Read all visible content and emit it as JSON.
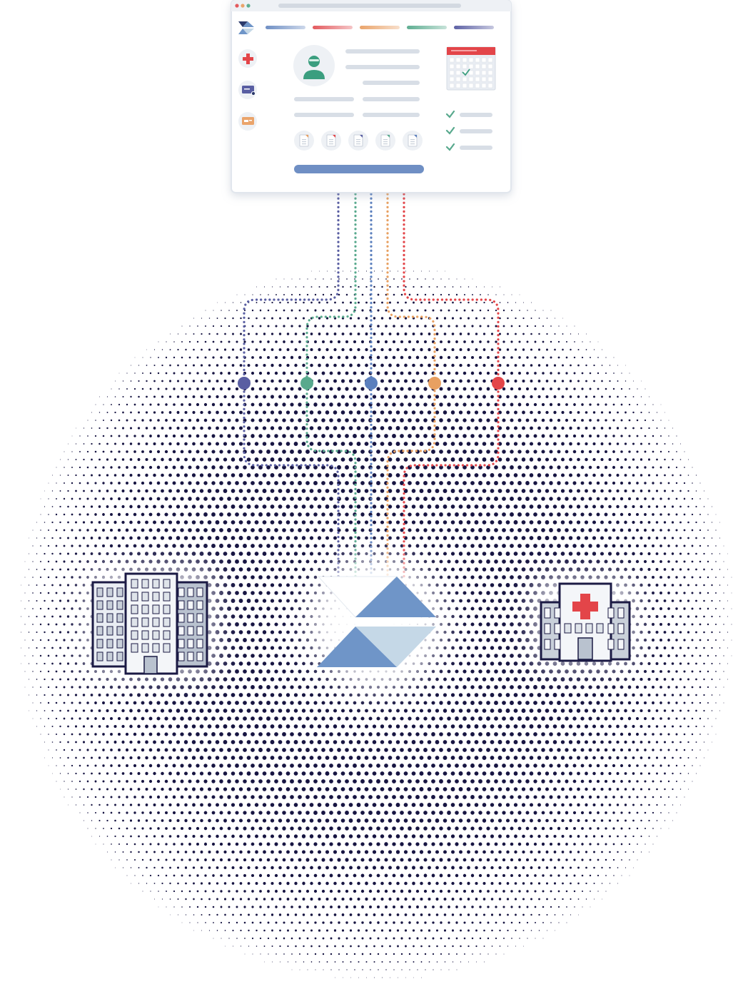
{
  "colors": {
    "navy": "#171542",
    "blue": "#5b7fbd",
    "indigo": "#595ea2",
    "green": "#58a98d",
    "orange": "#e8a061",
    "red": "#e34549",
    "logo_blue": "#6f95c8",
    "logo_light": "#c5d8e7",
    "window_bg": "#ffffff",
    "window_frame": "#e7ecf2",
    "placeholder": "#d8dee6",
    "avatar_green": "#3b9e7f"
  },
  "browser_window": {
    "window_controls": [
      "close-dot",
      "minimize-dot",
      "maximize-dot"
    ],
    "header_tabs": [
      {
        "color": "#6f8fc4"
      },
      {
        "color": "#e35a5e"
      },
      {
        "color": "#eaa46b"
      },
      {
        "color": "#5fae92"
      },
      {
        "color": "#5e62a5"
      }
    ],
    "sidebar_icons": [
      "medical-cross-icon",
      "id-card-icon",
      "credit-card-icon"
    ],
    "document_icons_count": 5,
    "checklist_count": 3,
    "widget_icons": [
      "calendar-icon",
      "user-avatar-icon",
      "logo-icon"
    ]
  },
  "connectors": {
    "line_colors": [
      "#595ea2",
      "#58a98d",
      "#5b7fbd",
      "#e8a061",
      "#e34549"
    ],
    "node_colors": [
      "#595ea2",
      "#58a98d",
      "#5b7fbd",
      "#e8a061",
      "#e34549"
    ]
  },
  "entities": {
    "left": {
      "icon": "office-buildings-icon"
    },
    "center": {
      "icon": "hub-logo-icon"
    },
    "right": {
      "icon": "hospital-icon"
    }
  }
}
